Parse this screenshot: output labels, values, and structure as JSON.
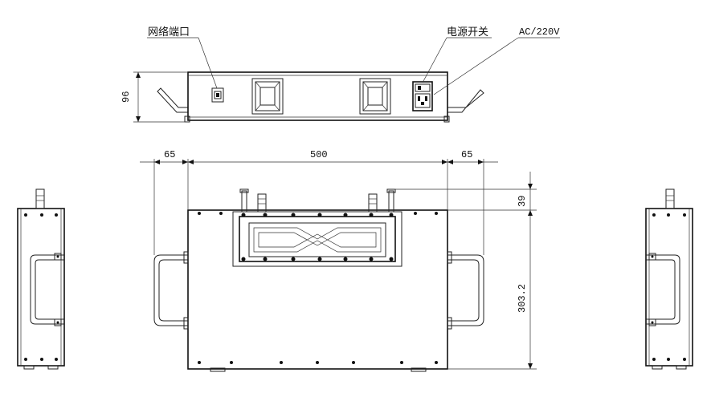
{
  "labels": {
    "network_port": "网络端口",
    "power_switch": "电源开关",
    "ac_input": "AC/220V"
  },
  "dimensions": {
    "height_front": "96",
    "left_margin": "65",
    "body_width": "500",
    "right_margin": "65",
    "connector_height": "39",
    "body_depth": "303.2"
  }
}
